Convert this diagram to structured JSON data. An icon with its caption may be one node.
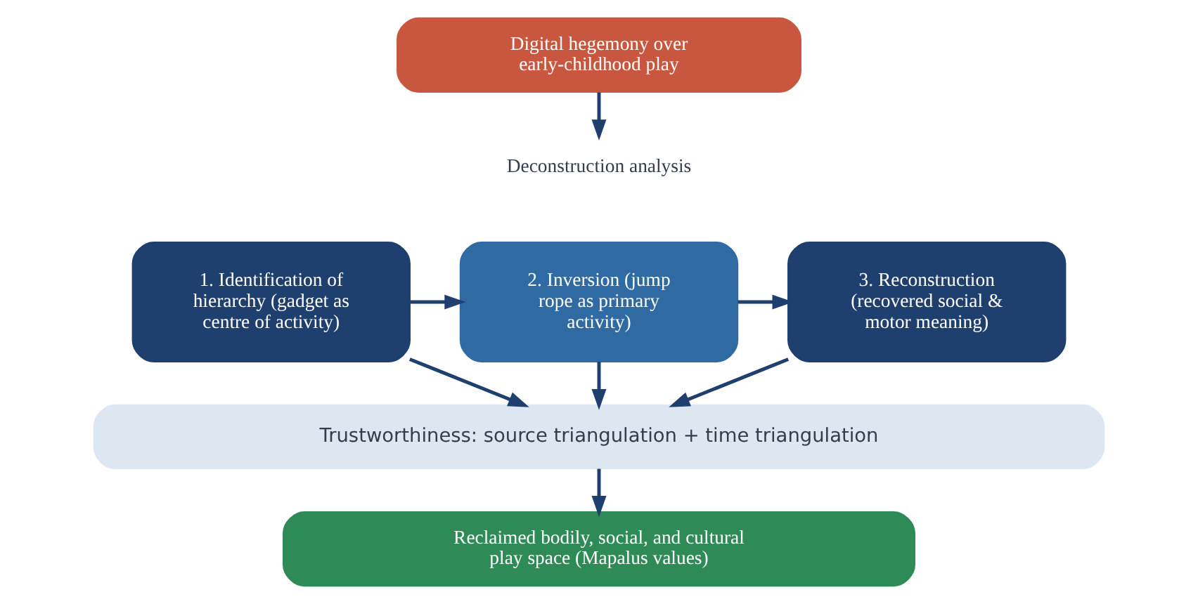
{
  "diagram": {
    "nodes": [
      {
        "text": [
          "Digital hegemony over early-childhood play"
        ]
      },
      {
        "text": [
          "Deconstruction analysis"
        ]
      },
      {
        "text": [
          "1. Identification of hierarchy (gadget as centre of activity)"
        ]
      },
      {
        "text": [
          "2. Inversion (jump rope as primary activity)"
        ]
      },
      {
        "text": [
          "3. Reconstruction (recovered social & motor meaning)"
        ]
      },
      {
        "text": [
          "Trustworthiness: source triangulation + time triangulation"
        ]
      },
      {
        "text": [
          "Reclaimed bodily, social, and cultural play space (Mapalus values)"
        ]
      }
    ],
    "edges": [
      {
        "from": 0,
        "to": 1,
        "arrow": "to"
      },
      {
        "from": 2,
        "to": 3,
        "arrow": "to"
      },
      {
        "from": 3,
        "to": 4,
        "arrow": "to"
      },
      {
        "from": 2,
        "to": 5,
        "arrow": "to"
      },
      {
        "from": 3,
        "to": 5,
        "arrow": "to"
      },
      {
        "from": 4,
        "to": 5,
        "arrow": "to"
      },
      {
        "from": 5,
        "to": 6,
        "arrow": "to"
      }
    ]
  }
}
